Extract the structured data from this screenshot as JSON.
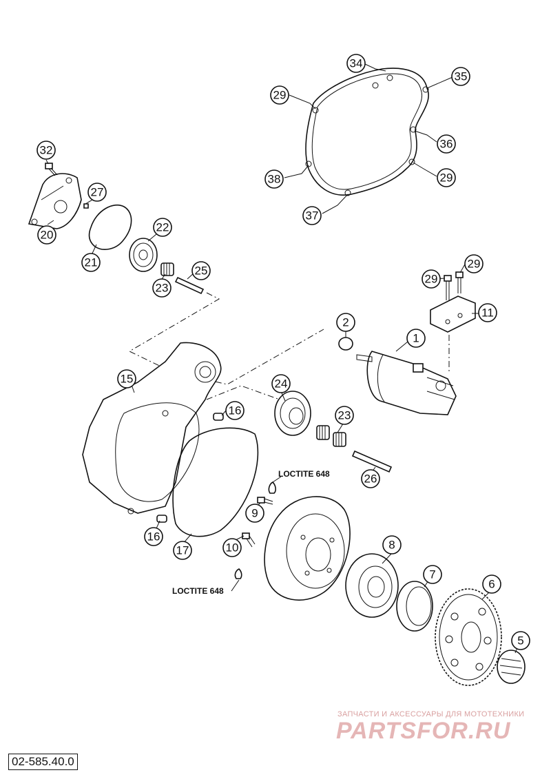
{
  "diagram_id": "02-585.40.0",
  "notes": {
    "loctite_upper": "LOCTITE 648",
    "loctite_lower": "LOCTITE 648"
  },
  "watermark": {
    "tagline": "ЗАПЧАСТИ И АКСЕССУАРЫ ДЛЯ МОТОТЕХНИКИ",
    "brand": "PARTSFOR.RU"
  },
  "callouts": [
    {
      "id": "c1",
      "label": "1"
    },
    {
      "id": "c2",
      "label": "2"
    },
    {
      "id": "c5",
      "label": "5"
    },
    {
      "id": "c6",
      "label": "6"
    },
    {
      "id": "c7",
      "label": "7"
    },
    {
      "id": "c8",
      "label": "8"
    },
    {
      "id": "c9",
      "label": "9"
    },
    {
      "id": "c10",
      "label": "10"
    },
    {
      "id": "c11",
      "label": "11"
    },
    {
      "id": "c15",
      "label": "15"
    },
    {
      "id": "c16a",
      "label": "16"
    },
    {
      "id": "c16b",
      "label": "16"
    },
    {
      "id": "c17",
      "label": "17"
    },
    {
      "id": "c20",
      "label": "20"
    },
    {
      "id": "c21",
      "label": "21"
    },
    {
      "id": "c22",
      "label": "22"
    },
    {
      "id": "c23a",
      "label": "23"
    },
    {
      "id": "c23b",
      "label": "23"
    },
    {
      "id": "c24",
      "label": "24"
    },
    {
      "id": "c25",
      "label": "25"
    },
    {
      "id": "c26",
      "label": "26"
    },
    {
      "id": "c27",
      "label": "27"
    },
    {
      "id": "c29a",
      "label": "29"
    },
    {
      "id": "c29b",
      "label": "29"
    },
    {
      "id": "c29c",
      "label": "29"
    },
    {
      "id": "c29d",
      "label": "29"
    },
    {
      "id": "c32",
      "label": "32"
    },
    {
      "id": "c34",
      "label": "34"
    },
    {
      "id": "c35",
      "label": "35"
    },
    {
      "id": "c36",
      "label": "36"
    },
    {
      "id": "c37",
      "label": "37"
    },
    {
      "id": "c38",
      "label": "38"
    }
  ]
}
